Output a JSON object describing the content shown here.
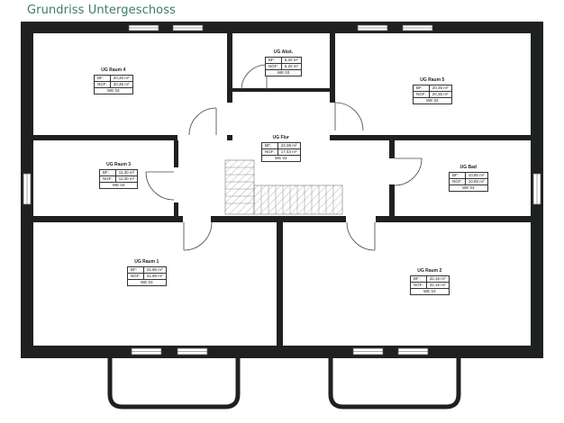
{
  "title": "Grundriss Untergeschoss",
  "rooms": {
    "raum4": {
      "name": "UG Raum 4",
      "bf_label": "BF:",
      "bf": "20,35 m²",
      "ngf_label": "NGF:",
      "ngf": "20,35 m²",
      "we": "WE 03"
    },
    "abst": {
      "name": "UG Abst.",
      "bf_label": "BF:",
      "bf": "5,20 m²",
      "ngf_label": "NGF:",
      "ngf": "5,20 m²",
      "we": "WE 03"
    },
    "raum5": {
      "name": "UG Raum 5",
      "bf_label": "BF:",
      "bf": "20,35 m²",
      "ngf_label": "NGF:",
      "ngf": "20,35 m²",
      "we": "WE 03"
    },
    "flur": {
      "name": "UG Flur",
      "bf_label": "BF:",
      "bf": "22,08 m²",
      "ngf_label": "NGF:",
      "ngf": "17,43 m²",
      "we": "WE 03"
    },
    "raum3": {
      "name": "UG Raum 3",
      "bf_label": "BF:",
      "bf": "11,30 m²",
      "ngf_label": "NGF:",
      "ngf": "11,30 m²",
      "we": "WE 03"
    },
    "bad": {
      "name": "UG Bad",
      "bf_label": "BF:",
      "bf": "10,80 m²",
      "ngf_label": "NGF:",
      "ngf": "10,80 m²",
      "we": "WE 03"
    },
    "raum1": {
      "name": "UG Raum 1",
      "bf_label": "BF:",
      "bf": "31,96 m²",
      "ngf_label": "NGF:",
      "ngf": "31,96 m²",
      "we": "WE 03"
    },
    "raum2": {
      "name": "UG Raum 2",
      "bf_label": "BF:",
      "bf": "32,16 m²",
      "ngf_label": "NGF:",
      "ngf": "32,16 m²",
      "we": "WE 03"
    }
  },
  "colors": {
    "wall": "#1e211f",
    "title": "#3d7a6b",
    "hatch": "#8a8a8a"
  }
}
